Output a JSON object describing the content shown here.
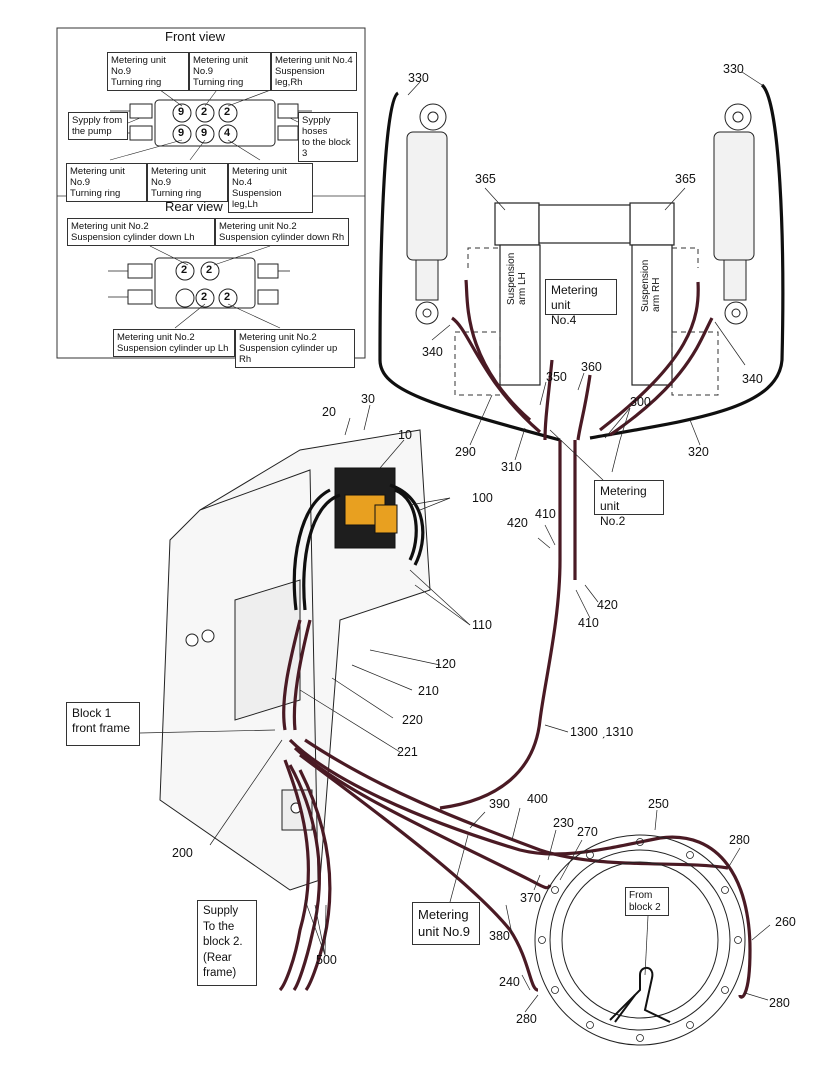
{
  "front_view": {
    "title": "Front view",
    "boxes": [
      {
        "line1": "Metering unit No.9",
        "line2": "Turning ring"
      },
      {
        "line1": "Metering unit No.9",
        "line2": "Turning ring"
      },
      {
        "line1": "Metering unit No.4",
        "line2": "Suspension leg,Rh"
      },
      {
        "line1": "Sypply from",
        "line2": "the pump"
      },
      {
        "line1": "Sypply hoses",
        "line2": "to the block 3"
      },
      {
        "line1": "Metering unit No.9",
        "line2": "Turning ring"
      },
      {
        "line1": "Metering unit No.9",
        "line2": "Turning ring"
      },
      {
        "line1": "Metering unit No.4",
        "line2": "Suspension leg,Lh"
      }
    ]
  },
  "rear_view": {
    "title": "Rear view",
    "boxes": [
      {
        "line1": "Metering unit No.2",
        "line2": "Suspension cylinder down Lh"
      },
      {
        "line1": "Metering unit No.2",
        "line2": "Suspension cylinder down Rh"
      },
      {
        "line1": "Metering unit No.2",
        "line2": "Suspension cylinder up Lh"
      },
      {
        "line1": "Metering unit No.2",
        "line2": "Suspension cylinder up Rh"
      }
    ]
  },
  "valve_numbers": {
    "nine": "9",
    "four": "4",
    "two": "2"
  },
  "arms": {
    "left": {
      "line1": "Suspension",
      "line2": "arm LH"
    },
    "right": {
      "line1": "Suspension",
      "line2": "arm RH"
    }
  },
  "callouts": {
    "mu4": {
      "line1": "Metering unit",
      "line2": "No.4"
    },
    "mu2": {
      "line1": "Metering unit",
      "line2": "No.2"
    },
    "mu9": {
      "line1": "Metering",
      "line2": "unit No.9"
    },
    "block1": {
      "line1": "Block 1",
      "line2": "front frame"
    },
    "supply": {
      "l1": "Supply",
      "l2": "To the",
      "l3": "block 2.",
      "l4": "(Rear",
      "l5": "frame)"
    },
    "from_block2": {
      "line1": "From",
      "line2": "block 2"
    }
  },
  "part_numbers": {
    "p330a": "330",
    "p330b": "330",
    "p365a": "365",
    "p365b": "365",
    "p340a": "340",
    "p340b": "340",
    "p350": "350",
    "p360": "360",
    "p300": "300",
    "p290": "290",
    "p310": "310",
    "p320": "320",
    "p20": "20",
    "p30": "30",
    "p10": "10",
    "p100": "100",
    "p420a": "420",
    "p410a": "410",
    "p420b": "420",
    "p410b": "410",
    "p110": "110",
    "p120": "120",
    "p210": "210",
    "p220": "220",
    "p221": "221",
    "p1300": "1300 ˏ1310",
    "p200": "200",
    "p390": "390",
    "p400": "400",
    "p250": "250",
    "p230": "230",
    "p270": "270",
    "p280a": "280",
    "p370": "370",
    "p260": "260",
    "p380": "380",
    "p500": "500",
    "p240": "240",
    "p280b": "280",
    "p280c": "280"
  },
  "colors": {
    "hose": "#4a1a24",
    "hose_highlight": "#8a4a55",
    "line": "#1a1a1a",
    "device_orange": "#e8a020",
    "device_black": "#1e1e1e"
  }
}
